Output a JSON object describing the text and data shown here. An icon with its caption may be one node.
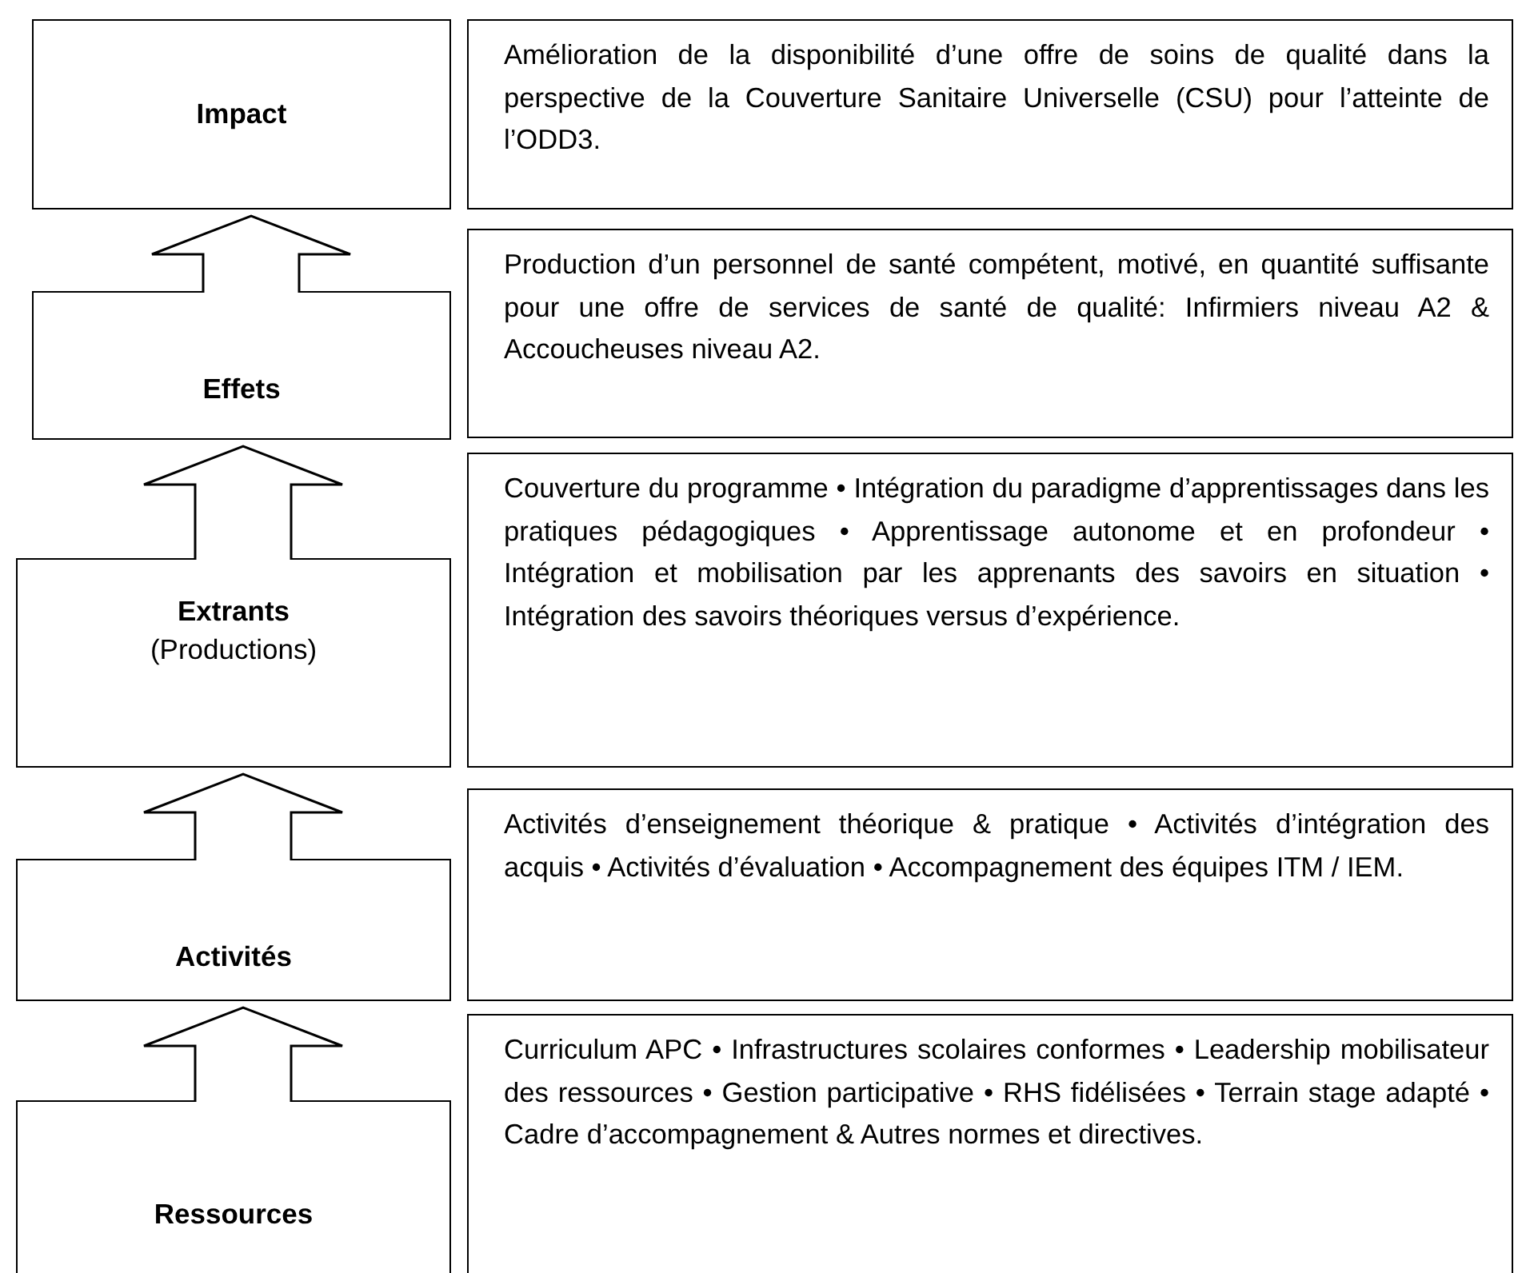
{
  "diagram": {
    "nodes": [
      {
        "text": [
          "Impact"
        ]
      },
      {
        "text": [
          "Amélioration de la disponibilité d’une offre de soins de qualité dans la perspective de la Couverture Sanitaire Universelle (CSU) pour l’atteinte de l’ODD3."
        ]
      },
      {
        "text": [
          "Effets"
        ]
      },
      {
        "text": [
          "Production d’un personnel de santé compétent, motivé, en quantité suffisante pour une offre de services de santé de qualité: Infirmiers niveau A2 & Accoucheuses niveau A2."
        ]
      },
      {
        "text": [
          "Extrants",
          "(Productions)"
        ]
      },
      {
        "text": [
          "Couverture du programme • Intégration du paradigme d’apprentissages dans les pratiques pédagogiques • Apprentissage autonome et en profondeur • Intégration et mobilisation par les apprenants des savoirs en situation • Intégration des savoirs théoriques versus d’expérience."
        ]
      },
      {
        "text": [
          "Activités"
        ]
      },
      {
        "text": [
          "Activités d’enseignement théorique & pratique • Activités d’intégration des acquis • Activités d’évaluation • Accompagnement des équipes ITM / IEM."
        ]
      },
      {
        "text": [
          "Ressources"
        ]
      },
      {
        "text": [
          "Curriculum APC • Infrastructures scolaires conformes • Leadership mobilisateur des ressources • Gestion participative • RHS fidélisées • Terrain stage adapté • Cadre d’accompagnement & Autres normes et directives."
        ]
      }
    ],
    "edges": [
      {
        "from": 2,
        "to": 0,
        "arrow": "to"
      },
      {
        "from": 4,
        "to": 2,
        "arrow": "to"
      },
      {
        "from": 6,
        "to": 4,
        "arrow": "to"
      },
      {
        "from": 8,
        "to": 6,
        "arrow": "to"
      }
    ]
  }
}
